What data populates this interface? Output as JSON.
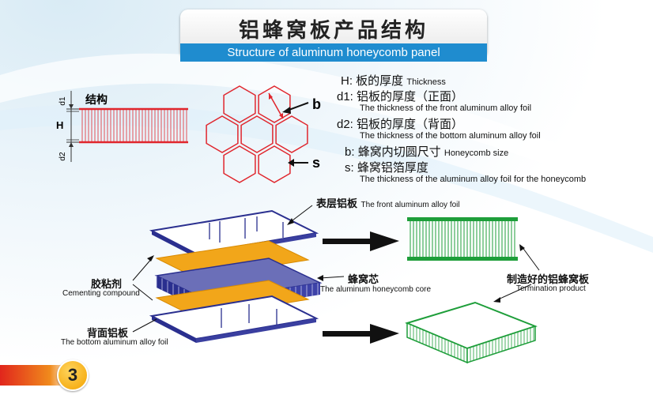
{
  "title": {
    "cn": "铝蜂窝板产品结构",
    "en": "Structure of aluminum honeycomb panel"
  },
  "cross_section": {
    "label": "结构",
    "d1": "d1",
    "h": "H",
    "d2": "d2"
  },
  "hexagon": {
    "b": "b",
    "s": "s"
  },
  "legend": [
    {
      "key": "H:",
      "cn": "板的厚度",
      "en": "Thickness"
    },
    {
      "key": "d1:",
      "cn": "铝板的厚度（正面）",
      "en": "The thickness of the front aluminum alloy foil"
    },
    {
      "key": "d2:",
      "cn": "铝板的厚度（背面）",
      "en": "The thickness of the bottom aluminum alloy foil"
    },
    {
      "key": "b:",
      "cn": "蜂窝内切圆尺寸",
      "en": "Honeycomb size"
    },
    {
      "key": "s:",
      "cn": "蜂窝铝箔厚度",
      "en": "The thickness of the aluminum alloy foil for the honeycomb"
    }
  ],
  "labels": {
    "front_cn": "表层铝板",
    "front_en": "The front aluminum alloy foil",
    "glue_cn": "胶粘剂",
    "glue_en": "Cementing compound",
    "core_cn": "蜂窝芯",
    "core_en": "The aluminum honeycomb core",
    "bottom_cn": "背面铝板",
    "bottom_en": "The bottom aluminum alloy foil",
    "product_cn": "制造好的铝蜂窝板",
    "product_en": "Termination product"
  },
  "page_number": "3",
  "colors": {
    "title_blue": "#1f8ccf",
    "red": "#e0262d",
    "navy": "#2a2f8f",
    "glue_orange": "#f2a61a",
    "green": "#1e9e3a"
  }
}
